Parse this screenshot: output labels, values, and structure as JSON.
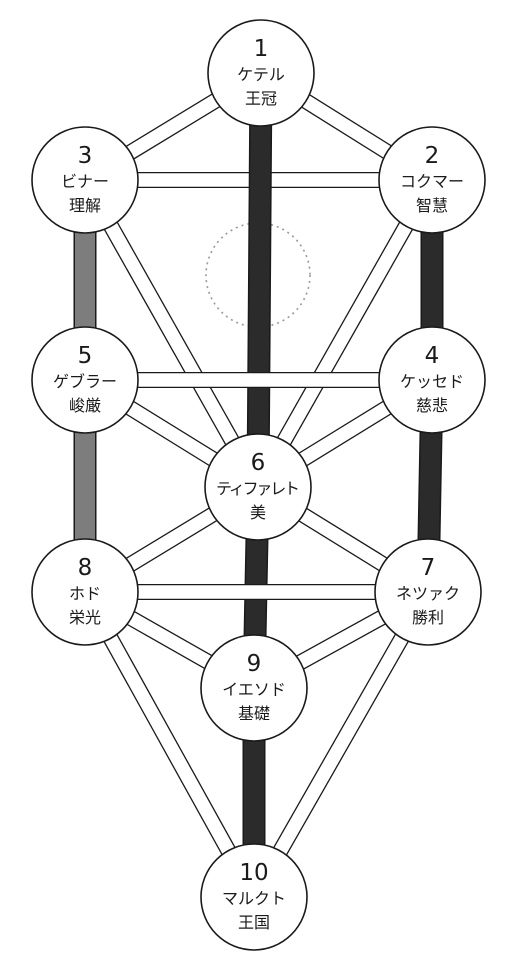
{
  "colors": {
    "background": "#ffffff",
    "ink": "#1a1a1a",
    "path_dark": "#2b2b2b",
    "path_gray": "#7d7d7d",
    "path_light_fill": "#ffffff",
    "abyss_dotted": "#9a9a9a"
  },
  "nodes": [
    {
      "id": "1",
      "number": "1",
      "label": "ケテル",
      "kanji": "王冠"
    },
    {
      "id": "2",
      "number": "2",
      "label": "コクマー",
      "kanji": "智慧"
    },
    {
      "id": "3",
      "number": "3",
      "label": "ビナー",
      "kanji": "理解"
    },
    {
      "id": "4",
      "number": "4",
      "label": "ケッセド",
      "kanji": "慈悲"
    },
    {
      "id": "5",
      "number": "5",
      "label": "ゲブラー",
      "kanji": "峻厳"
    },
    {
      "id": "6",
      "number": "6",
      "label": "ティファレト",
      "kanji": "美"
    },
    {
      "id": "7",
      "number": "7",
      "label": "ネツァク",
      "kanji": "勝利"
    },
    {
      "id": "8",
      "number": "8",
      "label": "ホド",
      "kanji": "栄光"
    },
    {
      "id": "9",
      "number": "9",
      "label": "イエソド",
      "kanji": "基礎"
    },
    {
      "id": "10",
      "number": "10",
      "label": "マルクト",
      "kanji": "王国"
    }
  ],
  "paths": [
    {
      "from": "1",
      "to": "2",
      "style": "light"
    },
    {
      "from": "1",
      "to": "3",
      "style": "light"
    },
    {
      "from": "2",
      "to": "3",
      "style": "light"
    },
    {
      "from": "1",
      "to": "6",
      "style": "dark"
    },
    {
      "from": "2",
      "to": "4",
      "style": "dark"
    },
    {
      "from": "3",
      "to": "5",
      "style": "gray"
    },
    {
      "from": "2",
      "to": "6",
      "style": "light"
    },
    {
      "from": "3",
      "to": "6",
      "style": "light"
    },
    {
      "from": "4",
      "to": "5",
      "style": "light"
    },
    {
      "from": "4",
      "to": "6",
      "style": "light"
    },
    {
      "from": "5",
      "to": "6",
      "style": "light"
    },
    {
      "from": "4",
      "to": "7",
      "style": "dark"
    },
    {
      "from": "5",
      "to": "8",
      "style": "gray"
    },
    {
      "from": "6",
      "to": "7",
      "style": "light"
    },
    {
      "from": "6",
      "to": "8",
      "style": "light"
    },
    {
      "from": "6",
      "to": "9",
      "style": "dark"
    },
    {
      "from": "7",
      "to": "8",
      "style": "light"
    },
    {
      "from": "7",
      "to": "9",
      "style": "light"
    },
    {
      "from": "8",
      "to": "9",
      "style": "light"
    },
    {
      "from": "7",
      "to": "10",
      "style": "light"
    },
    {
      "from": "8",
      "to": "10",
      "style": "light"
    },
    {
      "from": "9",
      "to": "10",
      "style": "dark"
    }
  ]
}
